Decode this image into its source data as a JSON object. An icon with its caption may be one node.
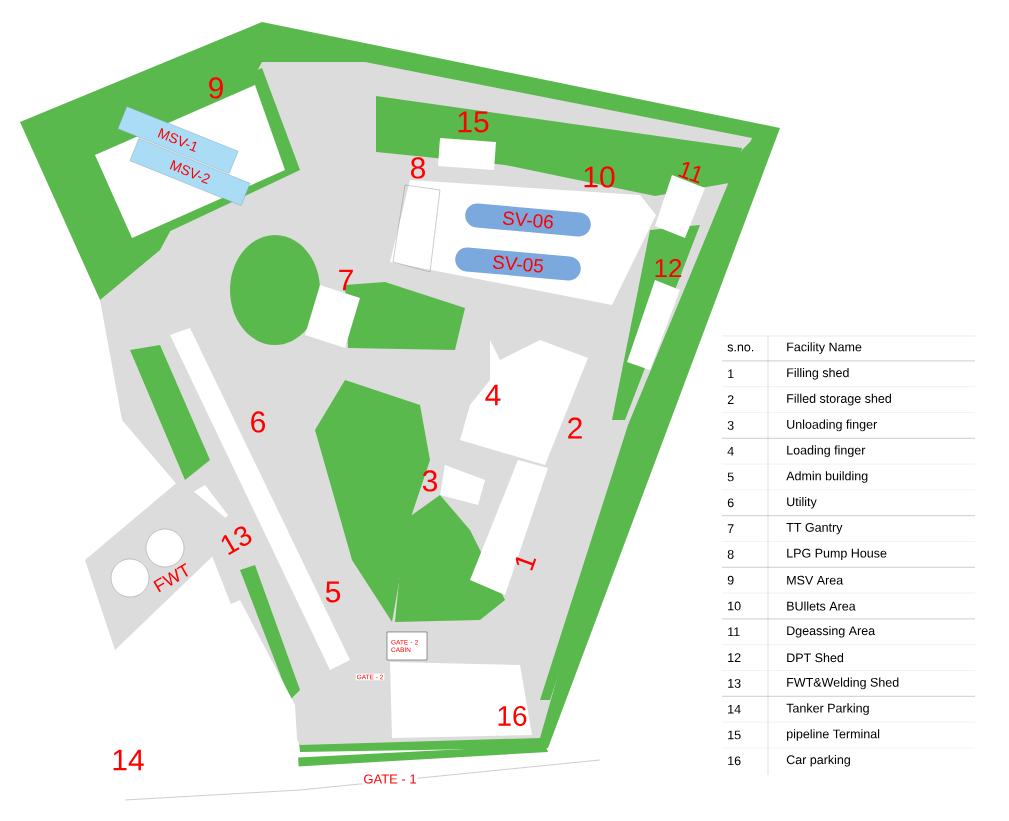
{
  "diagram": {
    "nodes": [
      {
        "text": [
          "MSV-1"
        ]
      },
      {
        "text": [
          "MSV-2"
        ]
      },
      {
        "text": [
          "SV-06"
        ]
      },
      {
        "text": [
          "SV-05"
        ]
      },
      {
        "text": [
          "GATE - 2 CABIN"
        ]
      }
    ],
    "labels": [
      "9",
      "15",
      "8",
      "10",
      "11",
      "12",
      "7",
      "4",
      "6",
      "2",
      "3",
      "13",
      "FWT",
      "1",
      "5",
      "GATE - 2",
      "16",
      "14",
      "GATE - 1",
      "s.no.",
      "Facility Name",
      "1",
      "Filling shed",
      "2",
      "Filled storage shed",
      "3",
      "Unloading finger",
      "4",
      "Loading finger",
      "5",
      "Admin building",
      "6",
      "Utility",
      "7",
      "TT Gantry",
      "8",
      "LPG Pump House",
      "9",
      "MSV Area",
      "10",
      "BUllets Area",
      "11",
      "Dgeassing Area",
      "12",
      "DPT Shed",
      "13",
      "FWT&Welding Shed",
      "14",
      "Tanker Parking",
      "15",
      "pipeline Terminal",
      "16",
      "Car parking"
    ]
  }
}
